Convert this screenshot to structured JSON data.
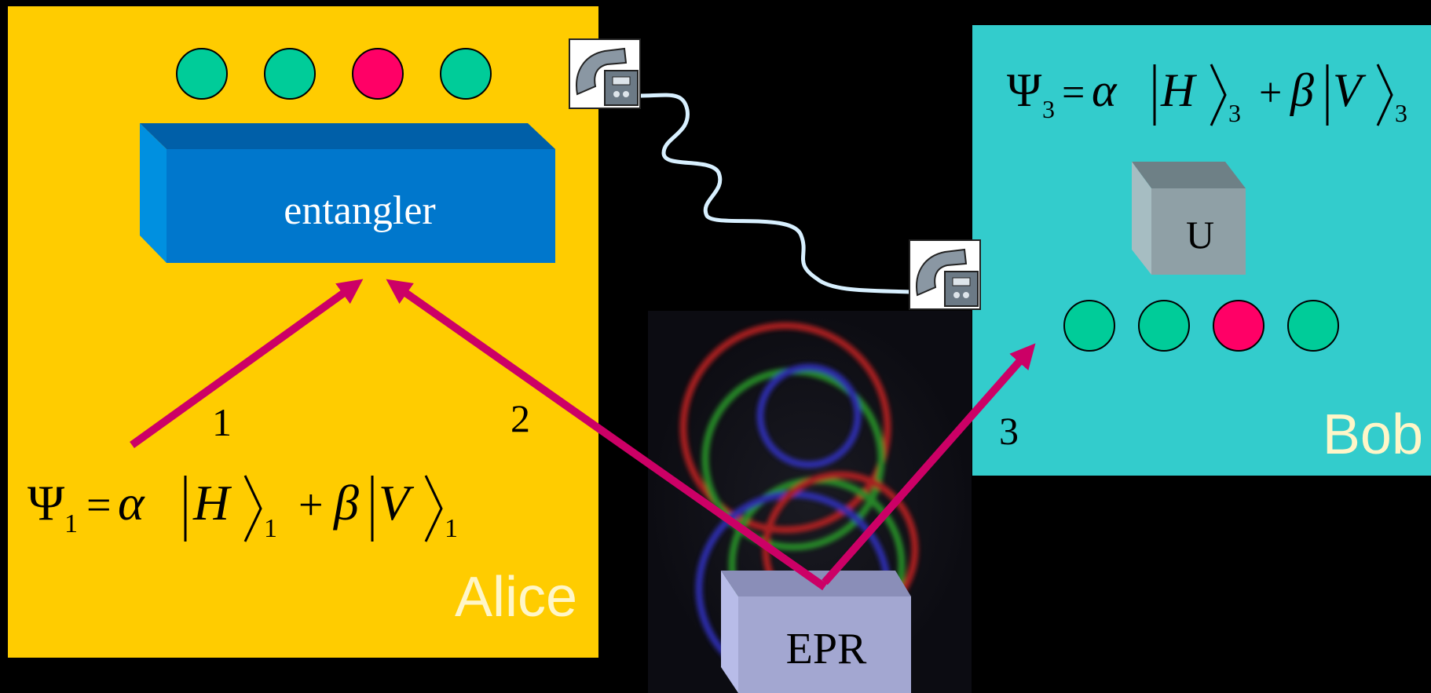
{
  "alice": {
    "label": "Alice",
    "panel_color": "#FFCC00",
    "label_color": "#FFF6C8",
    "entangler_label": "entangler",
    "state_equation": {
      "psi": "Ψ",
      "subscript": "1",
      "equals": "=",
      "alpha": "α",
      "ket_h": "H",
      "ket_h_subscript": "1",
      "plus": "+",
      "beta": "β",
      "ket_v": "V",
      "ket_v_subscript": "1"
    },
    "photon_1_label": "1",
    "photon_2_label": "2",
    "bit_colors": [
      "#00CC99",
      "#00CC99",
      "#FF0066",
      "#00CC99"
    ]
  },
  "bob": {
    "label": "Bob",
    "panel_color": "#33CCCC",
    "label_color": "#FFF6C8",
    "unitary_label": "U",
    "photon_3_label": "3",
    "state_equation": {
      "psi": "Ψ",
      "subscript": "3",
      "equals": "=",
      "alpha": "α",
      "ket_h": "H",
      "ket_h_subscript": "3",
      "plus": "+",
      "beta": "β",
      "ket_v": "V",
      "ket_v_subscript": "3"
    },
    "bit_colors": [
      "#00CC99",
      "#00CC99",
      "#FF0066",
      "#00CC99"
    ]
  },
  "source": {
    "label": "EPR"
  },
  "colors": {
    "arrow": "#CC0066",
    "entangler_front": "#0077CC",
    "entangler_top": "#005FA8",
    "entangler_side": "#0090E0",
    "phone_line": "#D8F0FF",
    "box_front": "#A3A7D1",
    "box_top": "#8A8EB8",
    "box_side": "#B8BCE8",
    "u_box_front": "#8FA0A6",
    "u_box_top": "#6E8086",
    "u_box_side": "#A6BDC2"
  },
  "icons": {
    "classical_channel_sender": "telephone-icon",
    "classical_channel_receiver": "telephone-icon"
  }
}
